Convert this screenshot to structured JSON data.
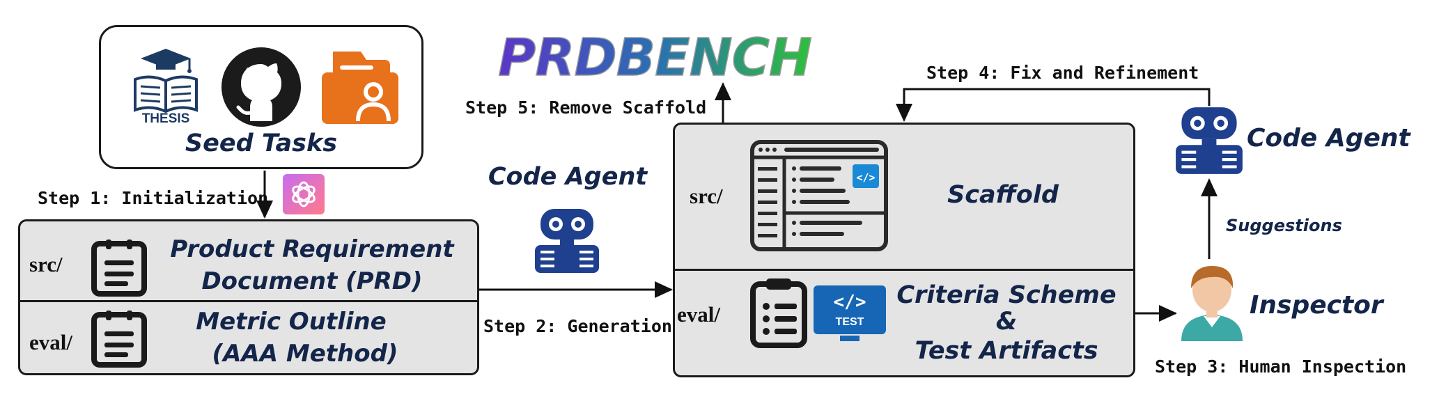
{
  "brand": {
    "logo_text": "PRDBENCH"
  },
  "seed": {
    "title": "Seed Tasks",
    "thesis_label": "THESIS"
  },
  "steps": {
    "step1": "Step 1: Initialization",
    "step2": "Step 2: Generation",
    "step3": "Step 3: Human Inspection",
    "step4": "Step 4: Fix and Refinement",
    "step5": "Step 5: Remove Scaffold"
  },
  "left_box": {
    "src_label": "src/",
    "eval_label": "eval/",
    "prd_line1": "Product Requirement",
    "prd_line2": "Document (PRD)",
    "metric_line1": "Metric Outline",
    "metric_line2": "(AAA Method)"
  },
  "middle": {
    "code_agent": "Code Agent"
  },
  "right_box": {
    "src_label": "src/",
    "eval_label": "eval/",
    "scaffold": "Scaffold",
    "criteria_line1": "Criteria Scheme",
    "criteria_line2": "&",
    "criteria_line3": "Test Artifacts",
    "test_badge": "TEST"
  },
  "right_side": {
    "code_agent": "Code Agent",
    "suggestions": "Suggestions",
    "inspector": "Inspector"
  },
  "colors": {
    "navy": "#14254a",
    "robot_blue": "#1f3f8f",
    "github_black": "#1b1b1b",
    "folder_orange": "#e8711c",
    "test_blue": "#1766b5",
    "inspector_teal": "#3ca9a6",
    "hair_brown": "#b86a2a"
  }
}
